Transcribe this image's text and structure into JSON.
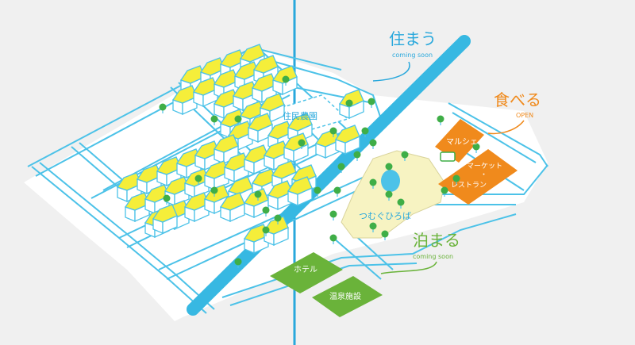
{
  "areas": {
    "live": {
      "title": "住まう",
      "subtitle": "coming soon",
      "color": "#29a8dc"
    },
    "eat": {
      "title": "食べる",
      "subtitle": "OPEN",
      "color": "#f08a1c"
    },
    "stay": {
      "title": "泊まる",
      "subtitle": "coming soon",
      "color": "#6ab33a"
    }
  },
  "places": {
    "farm": "住民農園",
    "plaza": "つむぐひろば",
    "marche": "マルシェ",
    "market": "マーケット",
    "market_dot": "・",
    "restaurant": "レストラン",
    "hotel": "ホテル",
    "onsen": "温泉施設"
  },
  "colors": {
    "road": "#4cc2e8",
    "road_fill": "#ffffff",
    "river": "#37b8e2",
    "plaza": "#f7f3c2",
    "house_roof": "#f5ee3a",
    "tree": "#3fae47",
    "building_orange": "#f08a1c",
    "building_green": "#6ab33a"
  }
}
